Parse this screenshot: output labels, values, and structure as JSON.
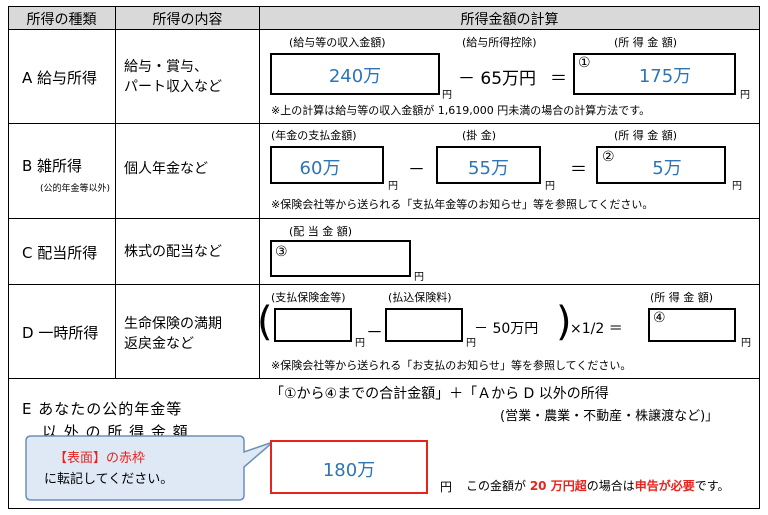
{
  "header": {
    "col1": "所得の種類",
    "col2": "所得の内容",
    "col3": "所得金額の計算"
  },
  "yen": "円",
  "rowA": {
    "type": "A 給与所得",
    "desc_l1": "給与・賞与、",
    "desc_l2": "パート収入など",
    "lbl_income": "(給与等の収入金額)",
    "lbl_deduction": "(給与所得控除)",
    "lbl_result": "(所 得 金 額)",
    "income_value": "240万",
    "deduction_text": "－ 65万円",
    "equals": "＝",
    "circle": "①",
    "result_value": "175万",
    "note": "※上の計算は給与等の収入金額が 1,619,000 円未満の場合の計算方法です。"
  },
  "rowB": {
    "type": "B 雑所得",
    "type_sub": "(公的年金等以外)",
    "desc": "個人年金など",
    "lbl_income": "(年金の支払金額)",
    "lbl_premium": "(掛 金)",
    "lbl_result": "(所 得 金 額)",
    "income_value": "60万",
    "minus": "－",
    "premium_value": "55万",
    "equals": "＝",
    "circle": "②",
    "result_value": "5万",
    "note": "※保険会社等から送られる「支払年金等のお知らせ」等を参照してください。"
  },
  "rowC": {
    "type": "C 配当所得",
    "desc": "株式の配当など",
    "lbl_amount": "(配 当 金 額)",
    "circle": "③"
  },
  "rowD": {
    "type": "D 一時所得",
    "desc_l1": "生命保険の満期",
    "desc_l2": "返戻金など",
    "lbl_insurance": "(支払保険金等)",
    "lbl_premium": "(払込保険料)",
    "lbl_result": "(所 得 金 額)",
    "open_paren": "(",
    "minus": "－",
    "deduction_text": "－ 50万円",
    "close_paren": ")",
    "multiply_text": "×1/2 ＝",
    "circle": "④",
    "note": "※保険会社等から送られる「お支払のお知らせ」等を参照してください。"
  },
  "rowE": {
    "type_l1": "E あなたの公的年金等",
    "type_l2": "以 外 の 所 得 金 額",
    "formula_l1": "「①から④までの合計金額」＋「Ａから D 以外の所得",
    "formula_l2": "(営業・農業・不動産・株譲渡など)」",
    "callout_red": "【表面】の赤枠",
    "callout_black": "に転記してください。",
    "total_value": "180万",
    "sentence_pre": "この金額が ",
    "sentence_red1": "20 万円超",
    "sentence_mid": "の場合は",
    "sentence_red2": "申告が必要",
    "sentence_post": "です。"
  },
  "colors": {
    "value_blue": "#2e75b6",
    "alert_red": "#e8231d",
    "header_bg": "#d9d9d9",
    "callout_bg": "#dfe9f5",
    "callout_border": "#6d8fb8"
  }
}
